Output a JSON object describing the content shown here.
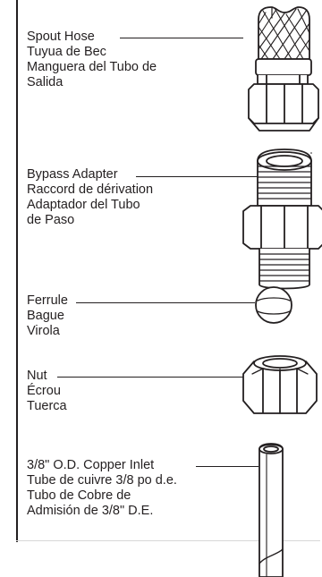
{
  "parts": [
    {
      "id": "spout-hose",
      "lines": [
        "Spout Hose",
        "Tuyua de Bec",
        "Manguera del Tubo de",
        "Salida"
      ]
    },
    {
      "id": "bypass-adapter",
      "lines": [
        "Bypass Adapter",
        "Raccord de dérivation",
        "Adaptador del Tubo",
        "de Paso"
      ]
    },
    {
      "id": "ferrule",
      "lines": [
        "Ferrule",
        "Bague",
        "Virola"
      ]
    },
    {
      "id": "nut",
      "lines": [
        "Nut",
        "Écrou",
        "Tuerca"
      ]
    },
    {
      "id": "copper-inlet",
      "lines": [
        "3/8\" O.D. Copper Inlet",
        "Tube de cuivre 3/8 po d.e.",
        "Tubo de Cobre de",
        "Admisión de 3/8\" D.E."
      ]
    }
  ]
}
